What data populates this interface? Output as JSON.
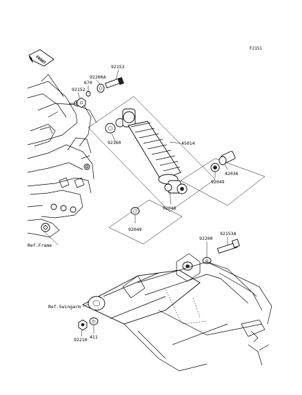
{
  "figure_id": "F2151",
  "front_badge": "FRONT",
  "references": {
    "frame": "Ref.Frame",
    "swingarm": "Ref.Swingarm"
  },
  "parts": {
    "p92153": "92153",
    "p92200A": "92200A",
    "p670": "670",
    "p92152": "92152",
    "p92160": "92160",
    "p45014": "45014",
    "p42036": "42036",
    "p92049_right": "92049",
    "p92046": "92046",
    "p92049_left": "92049",
    "p92153A": "92153A",
    "p92200": "92200",
    "p411": "411",
    "p92210": "92210"
  }
}
